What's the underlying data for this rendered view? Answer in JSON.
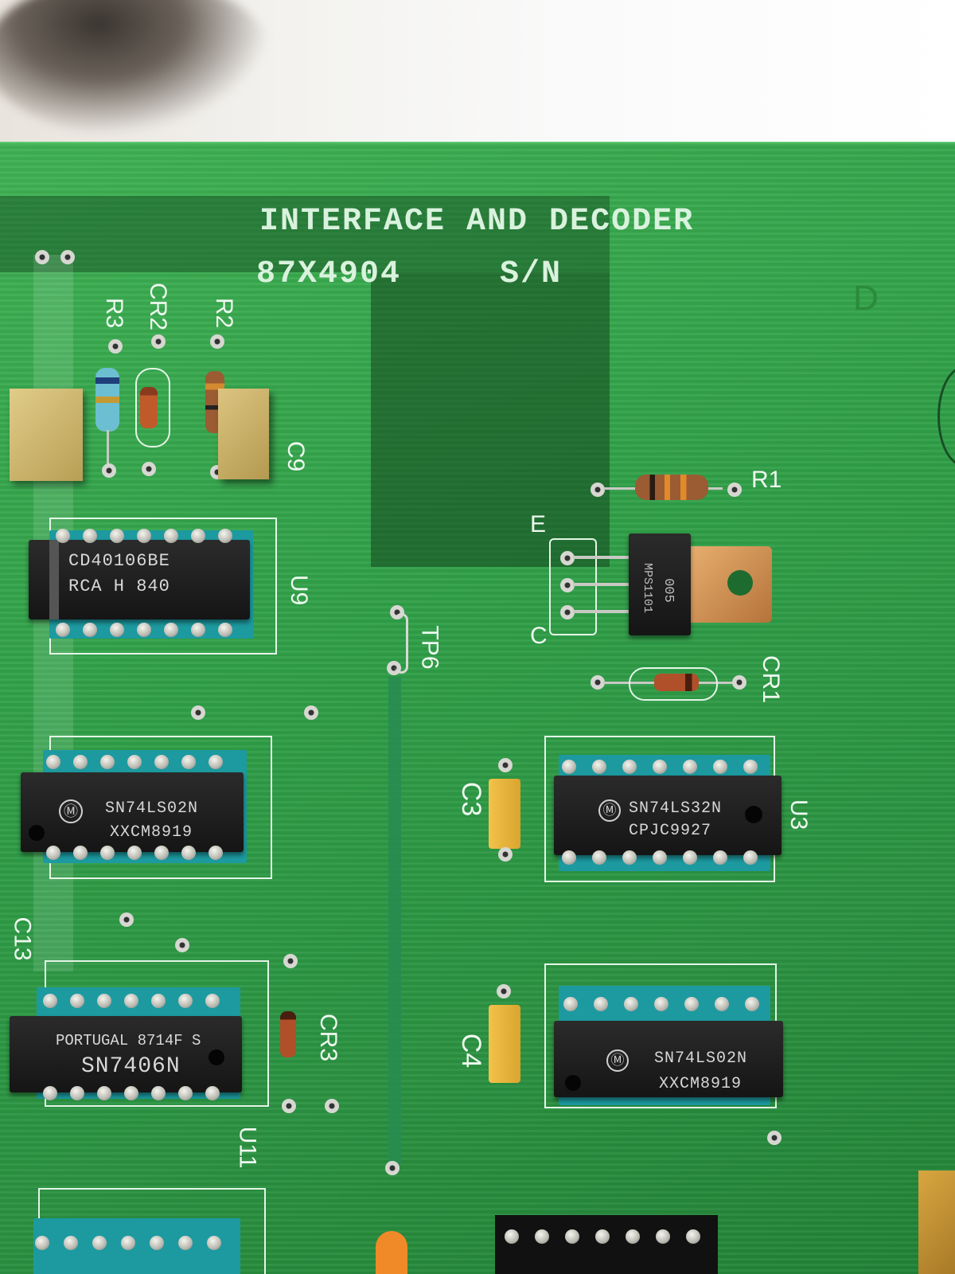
{
  "board": {
    "title": "INTERFACE AND DECODER",
    "part_number": "87X4904",
    "serial_label": "S/N",
    "corner_mark_partial": "D",
    "colors": {
      "pcb": "#2f9e47",
      "silkscreen": "#e4f5e6",
      "socket": "#1c9aa0"
    }
  },
  "refs": {
    "r3": "R3",
    "cr2": "CR2",
    "r2": "R2",
    "c9": "C9",
    "r1": "R1",
    "u9": "U9",
    "q1_e": "E",
    "q1_c": "C",
    "tp6": "TP6",
    "cr1": "CR1",
    "c3": "C3",
    "u3": "U3",
    "c13": "C13",
    "cr3": "CR3",
    "c4": "C4",
    "u11": "U11"
  },
  "chips": {
    "u9": {
      "line1": "CD40106BE",
      "line2": "RCA H 840"
    },
    "u10": {
      "line1": "SN74LS02N",
      "line2": "XXCM8919"
    },
    "u3": {
      "line1": "SN74LS32N",
      "line2": "CPJC9927"
    },
    "u11": {
      "line1": "PORTUGAL 8714F S",
      "line2": "SN7406N"
    },
    "u4": {
      "line1": "SN74LS02N",
      "line2": "XXCM8919"
    }
  },
  "transistor": {
    "line1": "005",
    "line2": "MPS1101"
  }
}
